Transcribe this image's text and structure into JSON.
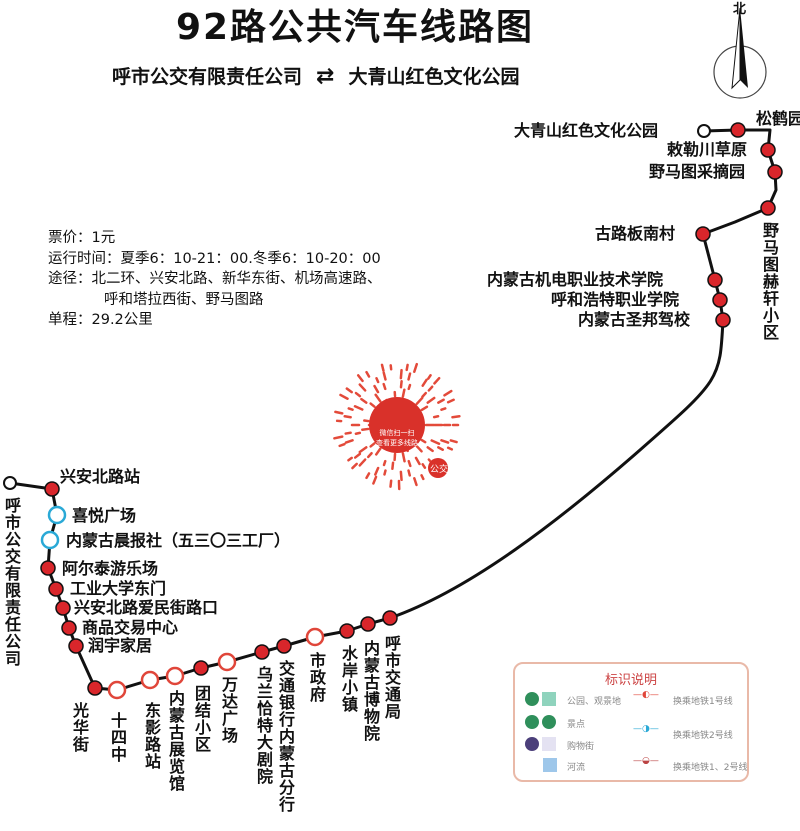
{
  "title": "92路公共汽车线路图",
  "route": {
    "from": "呼市公交有限责任公司",
    "to": "大青山红色文化公园",
    "direction_icon": "two-way-arrow-icon"
  },
  "info": {
    "fare": "票价：1元",
    "hours": "运行时间：夏季6：10-21：00.冬季6：10-20：00",
    "via_line1": "途径：北二环、兴安北路、新华东街、机场高速路、",
    "via_line2": "呼和塔拉西街、野马图路",
    "distance": "单程：29.2公里"
  },
  "compass": {
    "label": "北"
  },
  "qr": {
    "caption1": "微信扫一扫",
    "caption2": "查看更多线路",
    "badge": "公交"
  },
  "colors": {
    "line": "#111111",
    "stop": "#d9262b",
    "metro1": "#e0463a",
    "metro2": "#2aa9d6"
  },
  "stops": [
    {
      "name": "呼市公交有限责任公司",
      "type": "terminal"
    },
    {
      "name": "兴安北路站",
      "type": "stop"
    },
    {
      "name": "喜悦广场",
      "type": "metro2"
    },
    {
      "name": "内蒙古晨报社（五三〇三工厂）",
      "type": "metro2"
    },
    {
      "name": "阿尔泰游乐场",
      "type": "stop"
    },
    {
      "name": "工业大学东门",
      "type": "stop"
    },
    {
      "name": "兴安北路爱民街路口",
      "type": "stop"
    },
    {
      "name": "商品交易中心",
      "type": "stop"
    },
    {
      "name": "润宇家居",
      "type": "stop"
    },
    {
      "name": "光华街",
      "type": "stop"
    },
    {
      "name": "十四中",
      "type": "metro1"
    },
    {
      "name": "东影路站",
      "type": "metro1"
    },
    {
      "name": "内蒙古展览馆",
      "type": "metro1"
    },
    {
      "name": "团结小区",
      "type": "stop"
    },
    {
      "name": "万达广场",
      "type": "metro1"
    },
    {
      "name": "乌兰恰特大剧院",
      "type": "stop"
    },
    {
      "name": "交通银行内蒙古分行",
      "type": "stop"
    },
    {
      "name": "市政府",
      "type": "metro1"
    },
    {
      "name": "水岸小镇",
      "type": "stop"
    },
    {
      "name": "内蒙古博物院",
      "type": "stop"
    },
    {
      "name": "呼市交通局",
      "type": "stop"
    },
    {
      "name": "内蒙古圣邦驾校",
      "type": "stop"
    },
    {
      "name": "呼和浩特职业学院",
      "type": "stop"
    },
    {
      "name": "内蒙古机电职业技术学院",
      "type": "stop"
    },
    {
      "name": "古路板南村",
      "type": "stop"
    },
    {
      "name": "野马图赫轩小区",
      "type": "stop"
    },
    {
      "name": "野马图采摘园",
      "type": "stop"
    },
    {
      "name": "敕勒川草原",
      "type": "stop"
    },
    {
      "name": "松鹤园",
      "type": "stop"
    },
    {
      "name": "大青山红色文化公园",
      "type": "terminal"
    }
  ],
  "legend": {
    "title": "标识说明",
    "items": [
      "公园、观景地",
      "景点",
      "购物街",
      "河流"
    ],
    "metro": [
      "换乘地铁1号线",
      "换乘地铁2号线",
      "换乘地铁1、2号线"
    ]
  }
}
